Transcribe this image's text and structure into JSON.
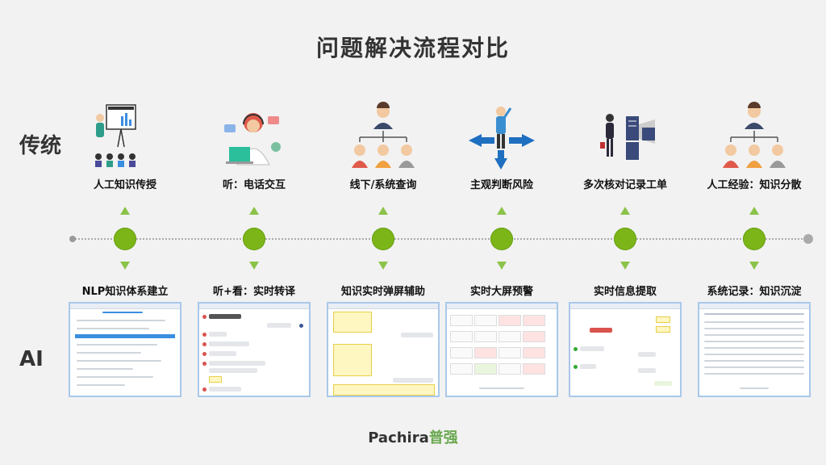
{
  "title": "问题解决流程对比",
  "row_labels": {
    "traditional": "传统",
    "ai": "AI"
  },
  "steps": [
    {
      "traditional": "人工知识传授",
      "ai": "NLP知识体系建立",
      "icon": "presentation-icon"
    },
    {
      "traditional": "听：电话交互",
      "ai": "听+看：实时转译",
      "icon": "call-center-agent-icon"
    },
    {
      "traditional": "线下/系统查询",
      "ai": "知识实时弹屏辅助",
      "icon": "team-hierarchy-icon"
    },
    {
      "traditional": "主观判断风险",
      "ai": "实时大屏预警",
      "icon": "confused-person-arrows-icon"
    },
    {
      "traditional": "多次核对记录工单",
      "ai": "实时信息提取",
      "icon": "document-review-icon"
    },
    {
      "traditional": "人工经验：知识分散",
      "ai": "系统记录：知识沉淀",
      "icon": "team-hierarchy-icon"
    }
  ],
  "colors": {
    "node": "#7cb518",
    "accent_blue": "#3b8ee0",
    "background": "#f2f2f2"
  },
  "logo": {
    "text": "Pachira",
    "cn": "普强"
  }
}
